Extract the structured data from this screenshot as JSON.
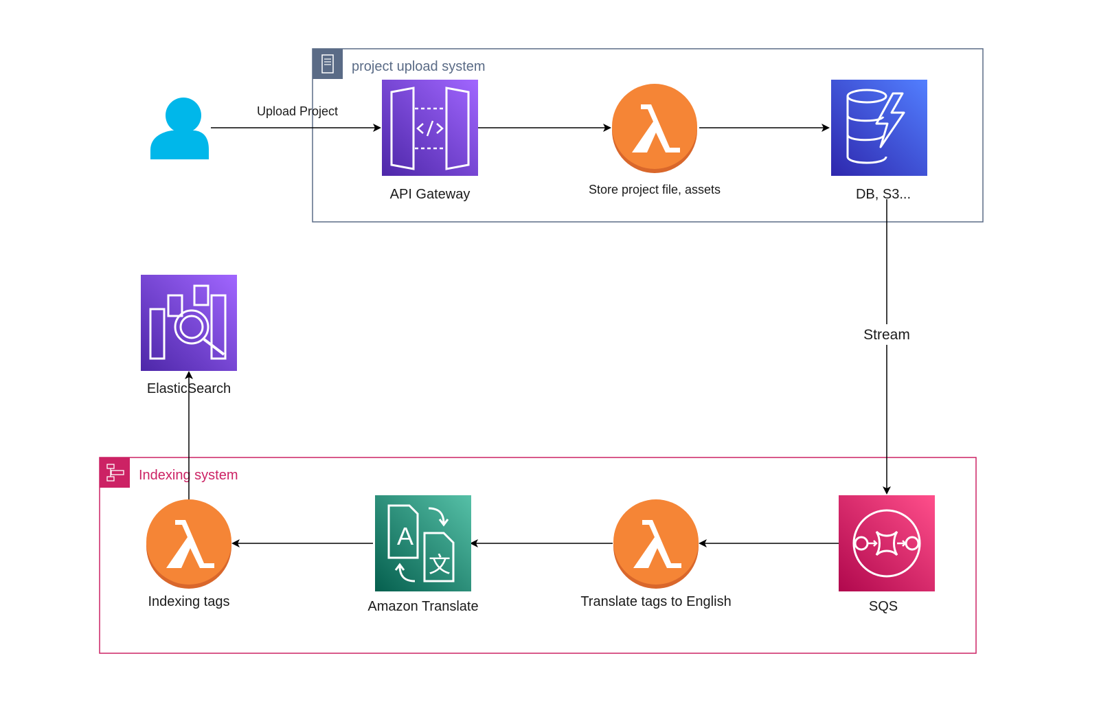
{
  "groups": {
    "upload": {
      "title": "project upload system",
      "color": "#5a6b86"
    },
    "indexing": {
      "title": "Indexing system",
      "color": "#cc2264"
    }
  },
  "edges": {
    "upload_project": "Upload Project",
    "stream": "Stream"
  },
  "nodes": {
    "api_gateway": "API Gateway",
    "store_lambda": "Store project file, assets",
    "db": "DB, S3...",
    "elasticsearch": "ElasticSearch",
    "indexing_lambda": "Indexing tags",
    "translate": "Amazon Translate",
    "translate_lambda": "Translate tags to English",
    "sqs": "SQS"
  },
  "colors": {
    "user": "#00b7ea",
    "lambda": "#f58536",
    "lambda_dark": "#d9672b",
    "api_gateway": "#7b3ff2",
    "dynamodb": "#3b48cc",
    "elasticsearch": "#7b3ff2",
    "translate": "#1b8a6b",
    "sqs": "#e7157b",
    "line": "#000000"
  }
}
